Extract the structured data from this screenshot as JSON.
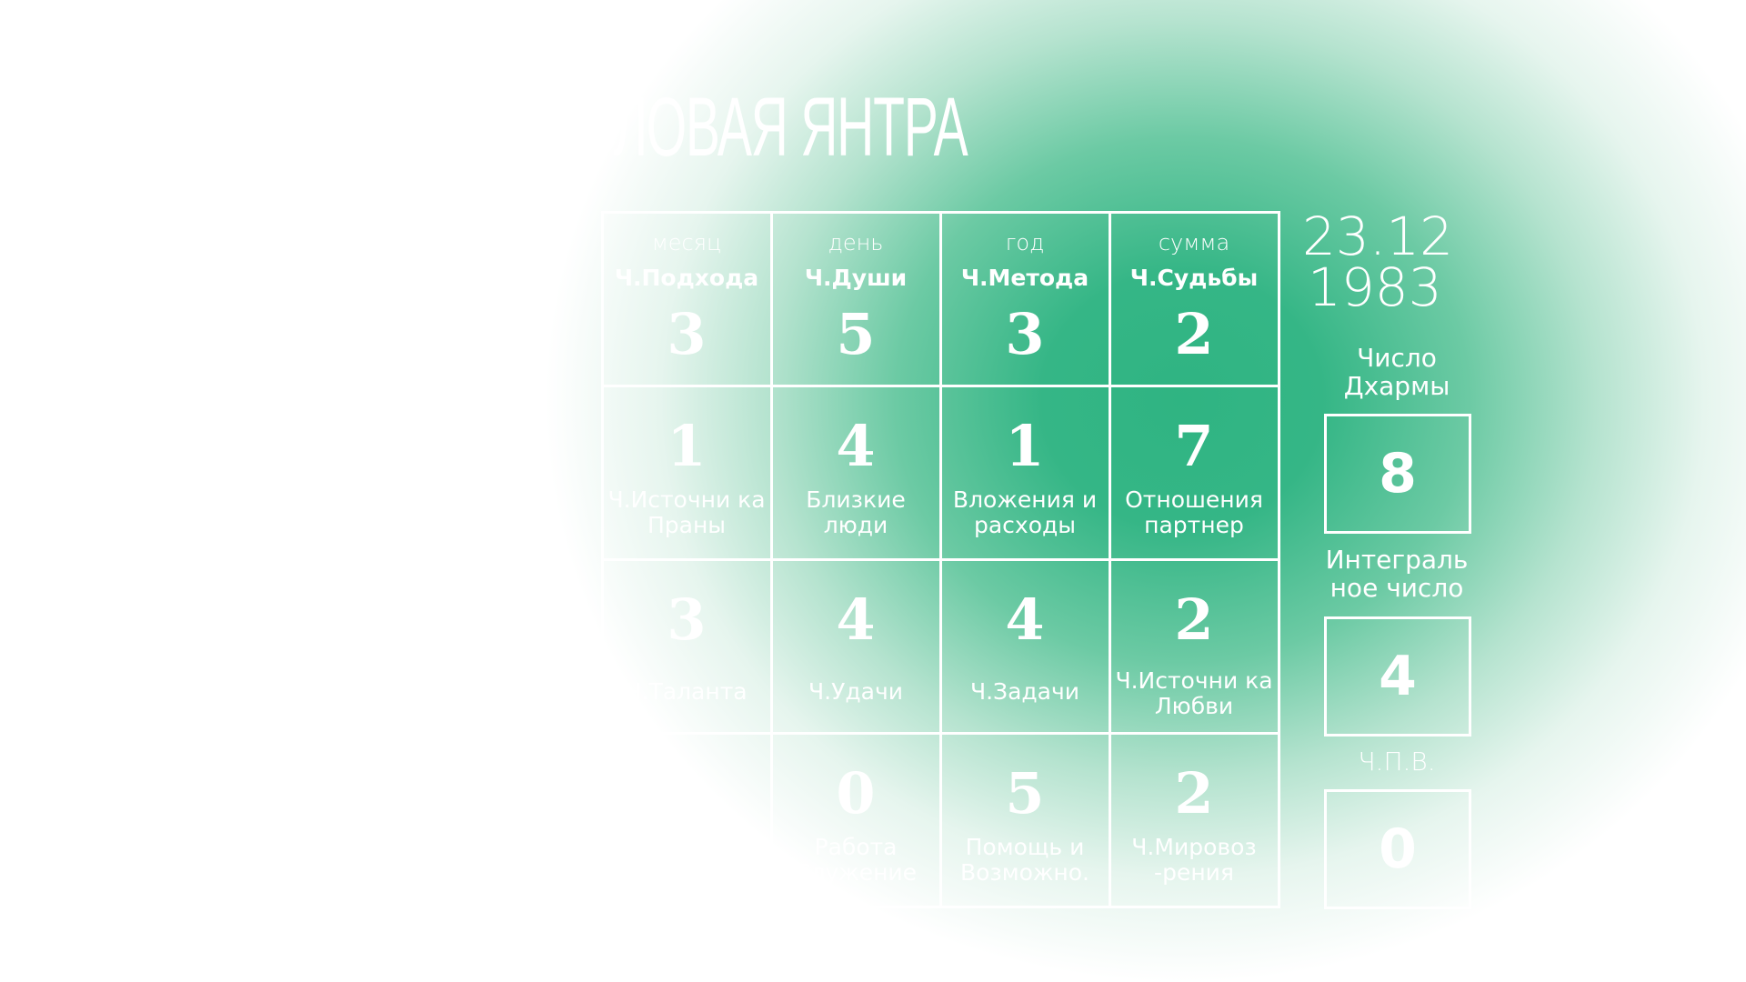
{
  "title": "ЧИСЛОВАЯ ЯНТРА",
  "header_row": [
    {
      "top": "месяц",
      "sub": "Ч.Подхода",
      "value": "3"
    },
    {
      "top": "день",
      "sub": "Ч.Души",
      "value": "5"
    },
    {
      "top": "год",
      "sub": "Ч.Метода",
      "value": "3"
    },
    {
      "top": "сумма",
      "sub": "Ч.Судьбы",
      "value": "2"
    }
  ],
  "rows": [
    [
      {
        "value": "1",
        "label": "Ч.Источни ка Праны"
      },
      {
        "value": "4",
        "label": "Близкие люди"
      },
      {
        "value": "1",
        "label": "Вложения и расходы"
      },
      {
        "value": "7",
        "label": "Отношения партнер"
      }
    ],
    [
      {
        "value": "3",
        "label": "Ч.Таланта"
      },
      {
        "value": "4",
        "label": "Ч.Удачи"
      },
      {
        "value": "4",
        "label": "Ч.Задачи"
      },
      {
        "value": "2",
        "label": "Ч.Источни ка Любви"
      }
    ],
    [
      {
        "value": "",
        "label": ""
      },
      {
        "value": "0",
        "label": "Работа Служение"
      },
      {
        "value": "5",
        "label": "Помощь и Возможно."
      },
      {
        "value": "2",
        "label": "Ч.Мировоз -рения"
      }
    ]
  ],
  "side": {
    "date_line1": "23.12",
    "date_line2": "1983",
    "dharma_label": "Число Дхармы",
    "dharma_value": "8",
    "integral_label": "Интеграль ное число",
    "integral_value": "4",
    "chpv_label": "Ч.П.В.",
    "chpv_value": "0"
  }
}
